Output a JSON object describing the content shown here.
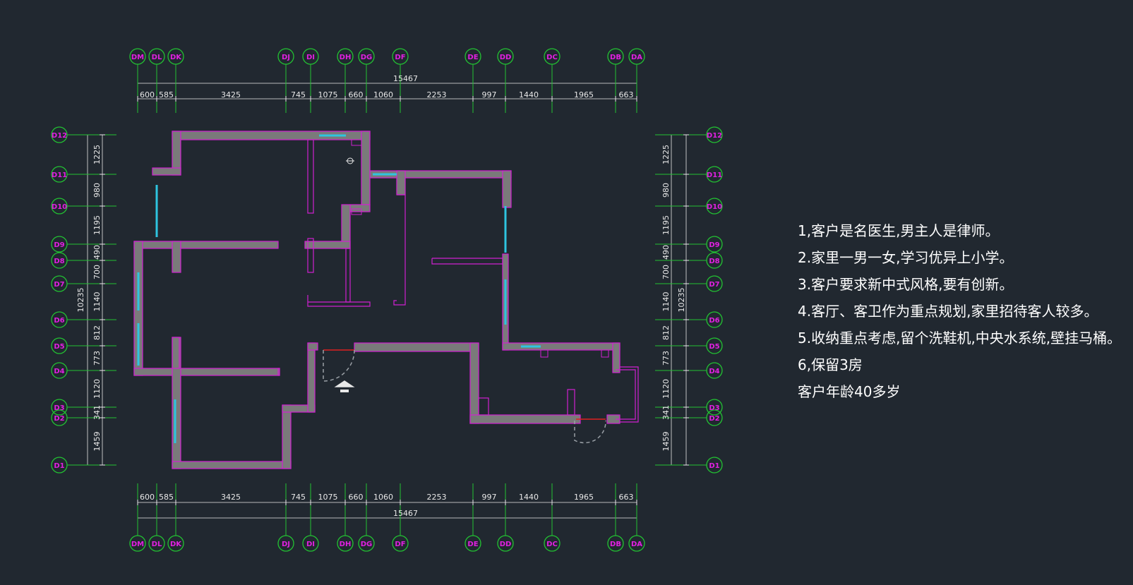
{
  "colors": {
    "background": "#212830",
    "axis_green": "#22c232",
    "axis_label_magenta": "#e020e0",
    "dimension_white": "#e8e8e8",
    "wall_fill": "#7a7a7a",
    "wall_outline": "#d020d0",
    "window_cyan": "#2ec5e0",
    "door_red": "#e02020"
  },
  "columns": [
    "DM",
    "DL",
    "DK",
    "DJ",
    "DI",
    "DH",
    "DG",
    "DF",
    "DE",
    "DD",
    "DC",
    "DB",
    "DA"
  ],
  "rows": [
    "D12",
    "D11",
    "D10",
    "D9",
    "D8",
    "D7",
    "D6",
    "D5",
    "D4",
    "D3",
    "D2",
    "D1"
  ],
  "column_spacings": [
    "600",
    "585",
    "3425",
    "745",
    "1075",
    "660",
    "1060",
    "2253",
    "997",
    "1440",
    "1965",
    "663"
  ],
  "row_spacings": [
    "1225",
    "980",
    "1195",
    "490",
    "700",
    "1140",
    "812",
    "773",
    "1120",
    "341",
    "1459"
  ],
  "total_width": "15467",
  "total_height": "10235",
  "notes": [
    "1,客户是名医生,男主人是律师。",
    "2.家里一男一女,学习优异上小学。",
    "3.客户要求新中式风格,要有创新。",
    "4.客厅、客卫作为重点规划,家里招待客人较多。",
    "5.收纳重点考虑,留个洗鞋机,中央水系统,壁挂马桶。",
    "6,保留3房",
    "客户年龄40多岁"
  ]
}
